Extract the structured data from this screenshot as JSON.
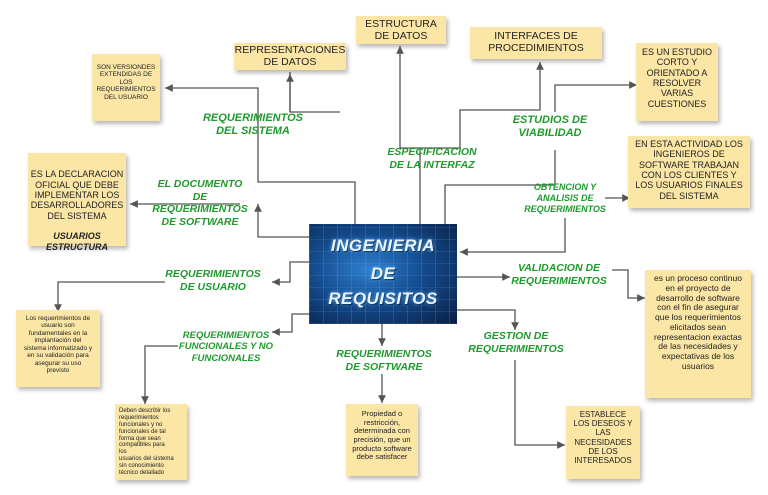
{
  "center": {
    "line1": "INGENIERIA",
    "line2": "DE",
    "line3": "REQUISITOS"
  },
  "labels": {
    "req_sistema": "REQUERIMIENTOS\nDEL SISTEMA",
    "especificacion": "ESPECIFICACION\nDE LA INTERFAZ",
    "estudios": "ESTUDIOS DE\nVIABILIDAD",
    "documento": "EL DOCUMENTO\nDE\nREQUERIMIENTOS\nDE SOFTWARE",
    "obtencion": "OBTENCION Y\nANALISIS DE\nREQUERIMIENTOS",
    "req_usuario": "REQUERIMIENTOS\nDE USUARIO",
    "validacion": "VALIDACION DE\nREQUERIMIENTOS",
    "funcionales": "REQUERIMIENTOS\nFUNCIONALES Y NO\nFUNCIONALES",
    "req_software": "REQUERIMIENTOS\nDE SOFTWARE",
    "gestion": "GESTION DE\nREQUERIMIENTOS"
  },
  "notes": {
    "estructura": "ESTRUCTURA\nDE DATOS",
    "representaciones": "REPRESENTACIONES\nDE DATOS",
    "interfaces": "INTERFACES DE\nPROCEDIMIENTOS",
    "versiones": "SON VERSIONDES\nEXTENDIDAS DE\nLOS\nREQUERIMIENTOS\nDEL USUARIO",
    "estudio_corto": "ES UN ESTUDIO\nCORTO Y\nORIENTADO A\nRESOLVER\nVARIAS\nCUESTIONES",
    "declaracion_text": "ES LA DECLARACION\nOFICIAL QUE DEBE\nIMPLEMENTAR LOS\nDESARROLLADORES\nDEL SISTEMA",
    "declaracion_bold": "USUARIOS\nESTRUCTURA",
    "actividad": "EN ESTA ACTIVIDAD LOS\nINGENIEROS DE\nSOFTWARE TRABAJAN\nCON LOS CLIENTES Y\nLOS USUARIOS FINALES\nDEL SISTEMA",
    "usuario_desc": "Los requerimientos de\nusuario son\nfundamentales en la\nimplantación del\nsistema informatizado y\nen su validación para\nasegurar su uso\nprevisto",
    "proceso": "es un proceso continuo\nen el proyecto de\ndesarrollo de software\ncon el fin de asegurar\nque los requerimientos\nelicitados sean\nrepresentacion exactas\nde las necesidades y\nexpectativas de los\nusuarios",
    "funcionales_desc": "Deben describir los\nrequerimientos\nfuncionales y no\nfuncionales de tal\nforma que sean\ncompatibles para\nlos\nusuarios del sistema\nsin conocimiento\ntécnico detallado",
    "propiedad": "Propiedad o\nrestricción,\ndeterminada con\nprecisión, que un\nproducto software\ndebe satisfacer",
    "establece": "ESTABLECE\nLOS DESEOS Y\nLAS\nNECESIDADES\nDE LOS\nINTERESADOS"
  },
  "colors": {
    "note_bg": "#fbe6a6",
    "label_green": "#1f9a2e",
    "line": "#555555"
  }
}
